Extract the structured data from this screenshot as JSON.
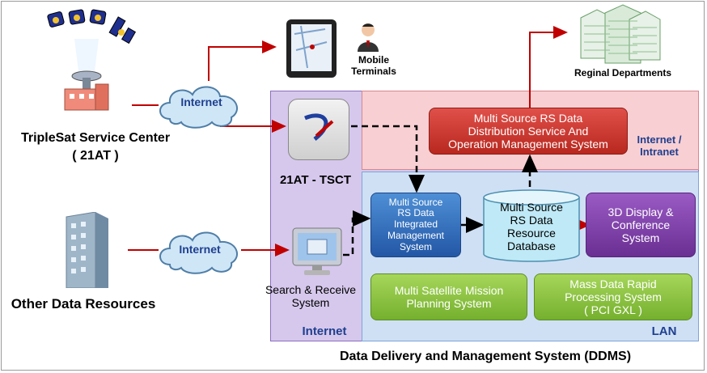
{
  "nodes": {
    "triplesat": "TripleSat Service Center\n( 21AT )",
    "other_resources": "Other Data Resources",
    "internet_top": "Internet",
    "internet_bottom": "Internet",
    "mobile": "Mobile\nTerminals",
    "regional": "Reginal Departments",
    "tsct": "21AT - TSCT",
    "search_receive": "Search & Receive\nSystem",
    "distribution": "Multi Source RS Data\nDistribution Service And\nOperation Management System",
    "integrated": "Multi Source\nRS Data\nIntegrated\nManagement\nSystem",
    "database": "Multi Source\nRS Data\nResource\nDatabase",
    "display3d": "3D Display &\nConference\nSystem",
    "mission": "Multi Satellite Mission\nPlanning System",
    "massdata": "Mass Data Rapid\nProcessing System\n( PCI GXL )"
  },
  "zones": {
    "intranet": "Internet /\nIntranet",
    "internet": "Internet",
    "lan": "LAN"
  },
  "caption": "Data Delivery and Management System (DDMS)",
  "icons": {
    "satellites": "satellite-icon",
    "dish": "ground-station-icon",
    "building": "office-building-icon",
    "tablet": "tablet-icon",
    "person": "user-icon",
    "city": "city-buildings-icon",
    "tsct_logo": "21at-logo-icon",
    "computer": "computer-icon"
  },
  "colors": {
    "intranet_zone": "#f8cfd3",
    "internet_zone": "#d6c8ec",
    "lan_zone": "#cfe0f5",
    "red_box": "#c9302c",
    "blue_box": "#2f6db7",
    "purple_box": "#7b3fa6",
    "green_box": "#8cc63f",
    "arrow_red": "#c00000"
  }
}
